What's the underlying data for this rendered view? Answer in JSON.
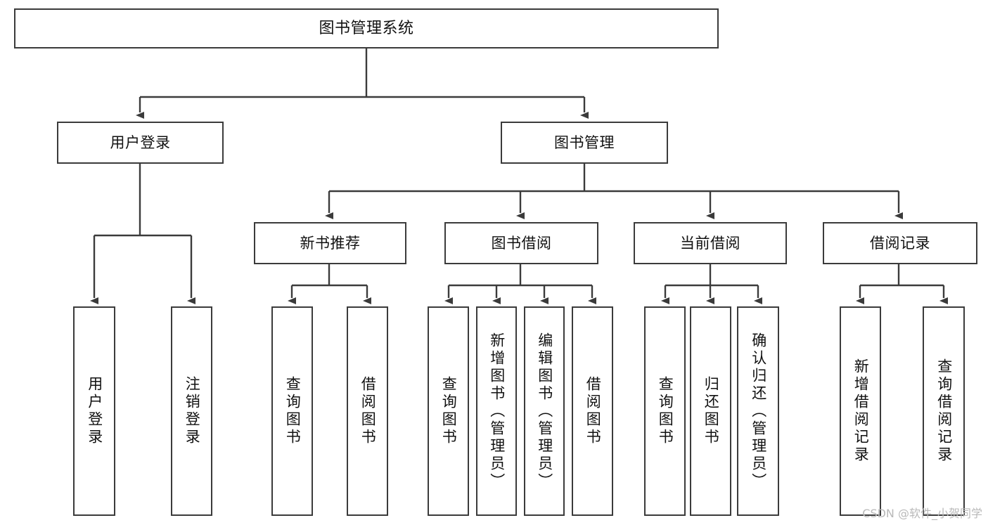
{
  "diagram": {
    "type": "tree",
    "title": "图书管理系统",
    "stroke_color": "#3b3b3b",
    "fill_color": "#ffffff",
    "text_color": "#111111",
    "watermark": "CSDN @软件_小贺同学"
  },
  "root": {
    "label": "图书管理系统"
  },
  "level1": [
    {
      "label": "用户登录"
    },
    {
      "label": "图书管理"
    }
  ],
  "level2": [
    {
      "label": "新书推荐"
    },
    {
      "label": "图书借阅"
    },
    {
      "label": "当前借阅"
    },
    {
      "label": "借阅记录"
    }
  ],
  "leaves": {
    "user_login": [
      {
        "label": "用户登录"
      },
      {
        "label": "注销登录"
      }
    ],
    "new_book": [
      {
        "label": "查询图书"
      },
      {
        "label": "借阅图书"
      }
    ],
    "book_borrow": [
      {
        "label": "查询图书"
      },
      {
        "label": "新增图书（管理员）"
      },
      {
        "label": "编辑图书（管理员）"
      },
      {
        "label": "借阅图书"
      }
    ],
    "current_borrow": [
      {
        "label": "查询图书"
      },
      {
        "label": "归还图书"
      },
      {
        "label": "确认归还（管理员）"
      }
    ],
    "borrow_record": [
      {
        "label": "新增借阅记录"
      },
      {
        "label": "查询借阅记录"
      }
    ]
  }
}
